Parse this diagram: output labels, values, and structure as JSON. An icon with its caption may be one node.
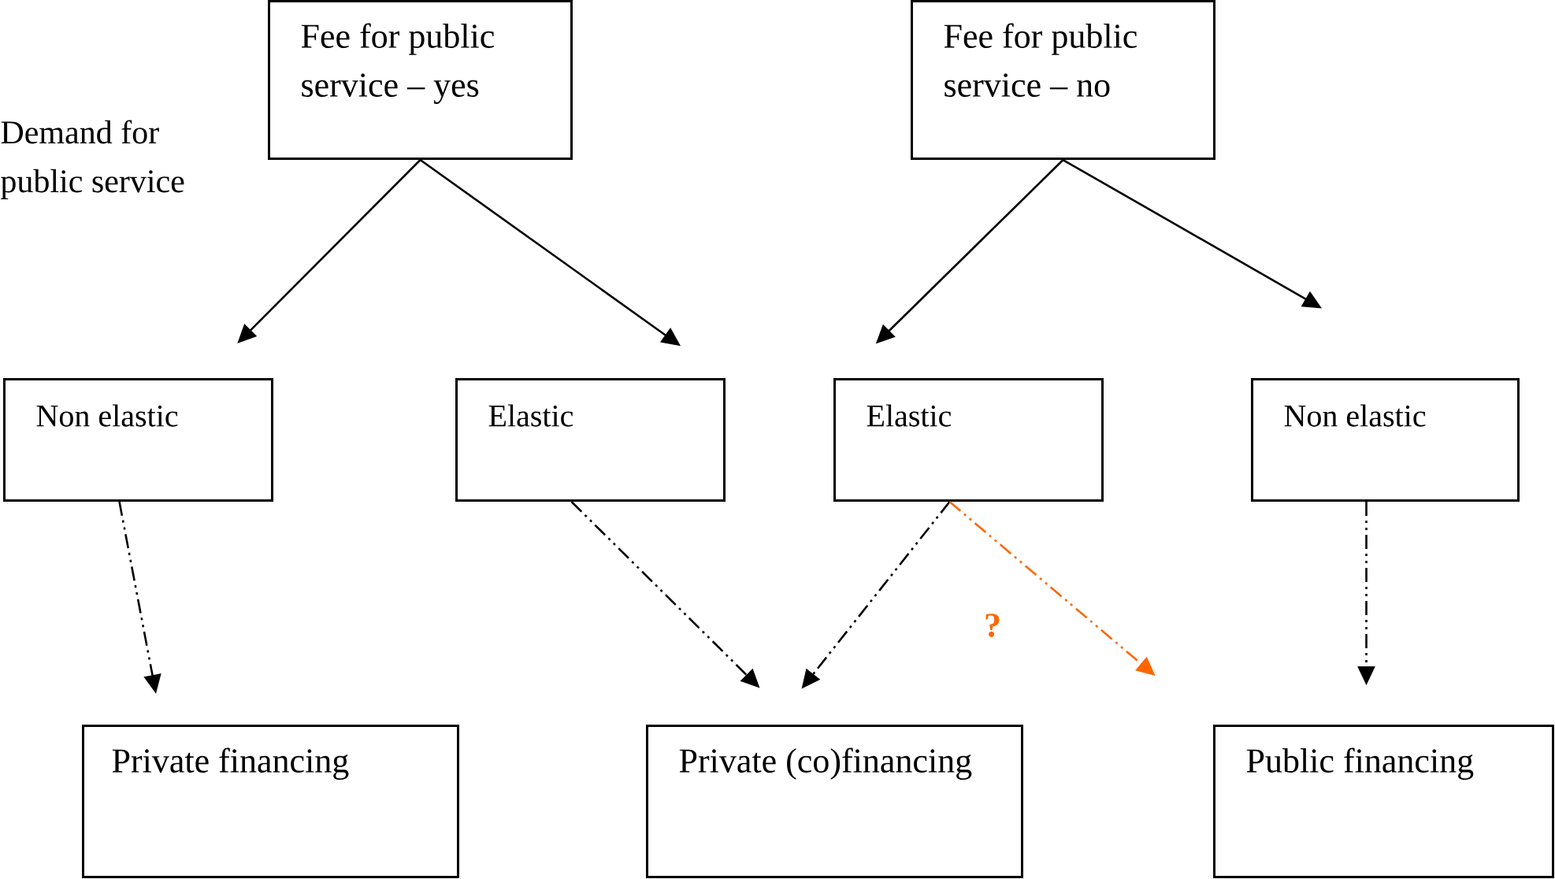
{
  "diagram": {
    "nodes": [
      {
        "text": [
          "Fee for public service – yes"
        ]
      },
      {
        "text": [
          "Fee for public service – no"
        ]
      },
      {
        "text": [
          "Non elastic"
        ]
      },
      {
        "text": [
          "Elastic"
        ]
      },
      {
        "text": [
          "Elastic"
        ]
      },
      {
        "text": [
          "Non elastic"
        ]
      },
      {
        "text": [
          "Private financing"
        ]
      },
      {
        "text": [
          "Private (co)financing"
        ]
      },
      {
        "text": [
          "Public financing"
        ]
      }
    ],
    "edges": [
      {
        "from": 0,
        "to": 2,
        "arrow": "to"
      },
      {
        "from": 0,
        "to": 3,
        "arrow": "to"
      },
      {
        "from": 1,
        "to": 4,
        "arrow": "to"
      },
      {
        "from": 1,
        "to": 5,
        "arrow": "to"
      },
      {
        "from": 2,
        "to": 6,
        "arrow": "to",
        "style": "dashed"
      },
      {
        "from": 3,
        "to": 7,
        "arrow": "to",
        "style": "dashed"
      },
      {
        "from": 4,
        "to": 7,
        "arrow": "to",
        "style": "dashed"
      },
      {
        "from": 4,
        "to": 8,
        "arrow": "to",
        "style": "dashed",
        "color": "#ff6600",
        "label": "?"
      },
      {
        "from": 5,
        "to": 8,
        "arrow": "to",
        "style": "dashed"
      }
    ],
    "labels": [
      "Demand for public service"
    ]
  }
}
